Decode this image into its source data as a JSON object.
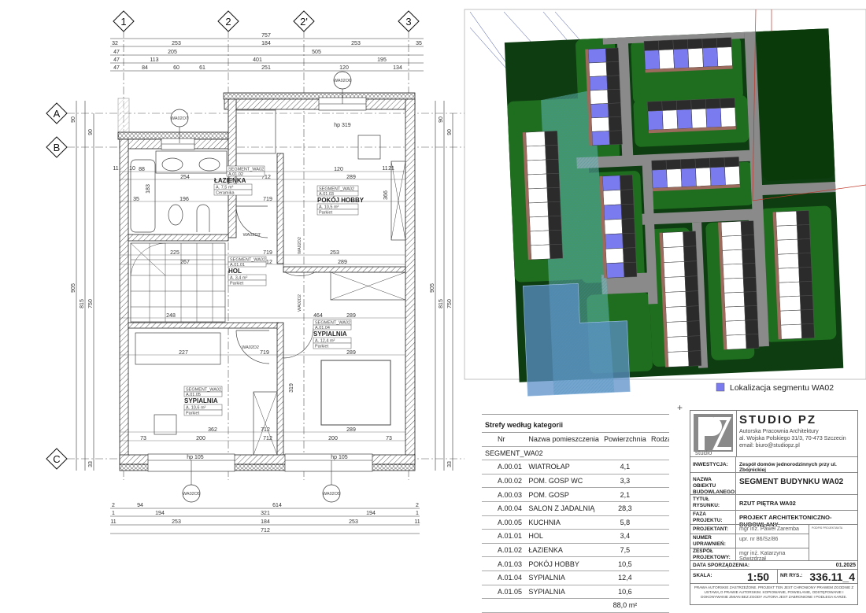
{
  "plan": {
    "grid_axes": {
      "v": [
        "1",
        "2",
        "2'",
        "3"
      ],
      "h": [
        "A",
        "B",
        "C"
      ]
    },
    "top_dims": [
      "757",
      "32",
      "253",
      "184",
      "253",
      "35",
      "47",
      "205",
      "505",
      "47",
      "113",
      "401",
      "195",
      "47",
      "84",
      "60",
      "61",
      "251",
      "120",
      "134"
    ],
    "bottom_dims": [
      "2",
      "94",
      "614",
      "2",
      "1",
      "194",
      "321",
      "194",
      "1",
      "11",
      "253",
      "184",
      "253",
      "11",
      "712"
    ],
    "side_dims": [
      "90",
      "90",
      "905",
      "815",
      "750",
      "33",
      "90",
      "90",
      "905",
      "815",
      "750",
      "33"
    ],
    "element_tags": {
      "window_top_left": "WA02O7",
      "window_top_right": "WA02O6",
      "window_bottom_left": "WA02O5",
      "window_bottom_right": "WA02O5",
      "door_bath": "WA02D3'",
      "door_hobby": "WA02D2",
      "door_bed_left": "WA02D2",
      "door_bed_right": "WA02D2"
    },
    "interior_dims": [
      "712",
      "719",
      "719",
      "712",
      "719",
      "712",
      "712",
      "hp 319",
      "hp 105",
      "hp 105",
      "254",
      "196",
      "120",
      "289",
      "253",
      "289",
      "464",
      "289",
      "227",
      "289",
      "362",
      "289",
      "200",
      "200",
      "73",
      "73",
      "248",
      "267",
      "225",
      "319",
      "88",
      "10",
      "11",
      "35",
      "11",
      "21",
      "183",
      "366"
    ],
    "rooms": [
      {
        "segment": "SEGMENT_WA02",
        "id": "A.01.02",
        "name": "ŁAZIENKA",
        "area": "A. 7,5 m²",
        "floor": "Ceramika"
      },
      {
        "segment": "SEGMENT_WA02",
        "id": "A.01.03",
        "name": "POKÓJ HOBBY",
        "area": "A. 10,5 m²",
        "floor": "Parkiet"
      },
      {
        "segment": "SEGMENT_WA02",
        "id": "A.01.01",
        "name": "HOL",
        "area": "A. 3,4 m²",
        "floor": "Parkiet"
      },
      {
        "segment": "SEGMENT_WA02",
        "id": "A.01.04",
        "name": "SYPIALNIA",
        "area": "A. 12,4 m²",
        "floor": "Parkiet"
      },
      {
        "segment": "SEGMENT_WA02",
        "id": "A.01.05",
        "name": "SYPIALNIA",
        "area": "A. 10,6 m²",
        "floor": "Parkiet"
      }
    ]
  },
  "site_plan": {
    "legend_label": "Lokalizacja segmentu WA02",
    "colors": {
      "highlight": "#7b7bf0",
      "lawn": "#1f6e1f",
      "parcel": "#0d3d10",
      "road": "#8a8a8a",
      "house": "#ffffff",
      "garage": "#2b2b2b",
      "pond": "#5b8fc7",
      "property_line": "#c0392b"
    }
  },
  "area_table": {
    "title": "Strefy według kategorii",
    "headers": [
      "Nr",
      "Nazwa pomieszczenia",
      "Powierzchnia",
      "Rodzaj pos"
    ],
    "group": "SEGMENT_WA02",
    "rows": [
      {
        "nr": "A.00.01",
        "name": "WIATROŁAP",
        "area": "4,1"
      },
      {
        "nr": "A.00.02",
        "name": "POM. GOSP WC",
        "area": "3,3"
      },
      {
        "nr": "A.00.03",
        "name": "POM. GOSP",
        "area": "2,1"
      },
      {
        "nr": "A.00.04",
        "name": "SALON Z JADALNIĄ",
        "area": "28,3"
      },
      {
        "nr": "A.00.05",
        "name": "KUCHNIA",
        "area": "5,8"
      },
      {
        "nr": "A.01.01",
        "name": "HOL",
        "area": "3,4"
      },
      {
        "nr": "A.01.02",
        "name": "ŁAZIENKA",
        "area": "7,5"
      },
      {
        "nr": "A.01.03",
        "name": "POKÓJ HOBBY",
        "area": "10,5"
      },
      {
        "nr": "A.01.04",
        "name": "SYPIALNIA",
        "area": "12,4"
      },
      {
        "nr": "A.01.05",
        "name": "SYPIALNIA",
        "area": "10,6"
      }
    ],
    "total": "88,0 m²"
  },
  "title_block": {
    "logo_text": "PZ studio",
    "studio_name": "STUDIO PZ",
    "studio_lines": [
      "Autorska Pracownia Architektury",
      "al. Wojska Polskiego 31/3, 70-473 Szczecin",
      "email: biuro@studiopz.pl"
    ],
    "investment_label": "INWESTYCJA:",
    "investment": "Zespół domów jednorodzinnych przy ul. Zbójnickiej",
    "object_label": "NAZWA OBIEKTU BUDOWLANEGO:",
    "object": "SEGMENT BUDYNKU WA02",
    "drawing_title_label": "TYTUŁ RYSUNKU:",
    "drawing_title": "RZUT PIĘTRA WA02",
    "phase_label": "FAZA PROJEKTU:",
    "phase": "PROJEKT ARCHITEKTONICZNO-BUDOWLANY",
    "designer_label": "PROJEKTANT:",
    "designer": "mgr inż. Paweł Zaremba",
    "signature_label": "PODPIS PROJEKTANTA",
    "license_label": "NUMER UPRAWNIEŃ:",
    "license": "upr. nr 86/Sz/86",
    "team_label": "ZESPÓŁ PROJEKTOWY:",
    "team": "mgr inż. Katarzyna Sowizdrzał",
    "date_label": "DATA SPORZĄDZENIA:",
    "date": "01.2025",
    "scale_label": "SKALA:",
    "scale": "1:50",
    "drawing_no_label": "NR RYS.:",
    "drawing_no": "336.11_4",
    "copyright": "PRAWA AUTORSKIE ZASTRZEŻONE. PROJEKT TEN JEST CHRONIONY PRAWEM ZGODNIE Z USTAWĄ O PRAWIE AUTORSKIM. KOPIOWANIE, POWIELANIE, ODSTĘPOWANIE I DOKONYWANIE ZMIAN BEZ ZGODY AUTORA JEST ZABRONIONE I PODLEGA KARZE."
  }
}
